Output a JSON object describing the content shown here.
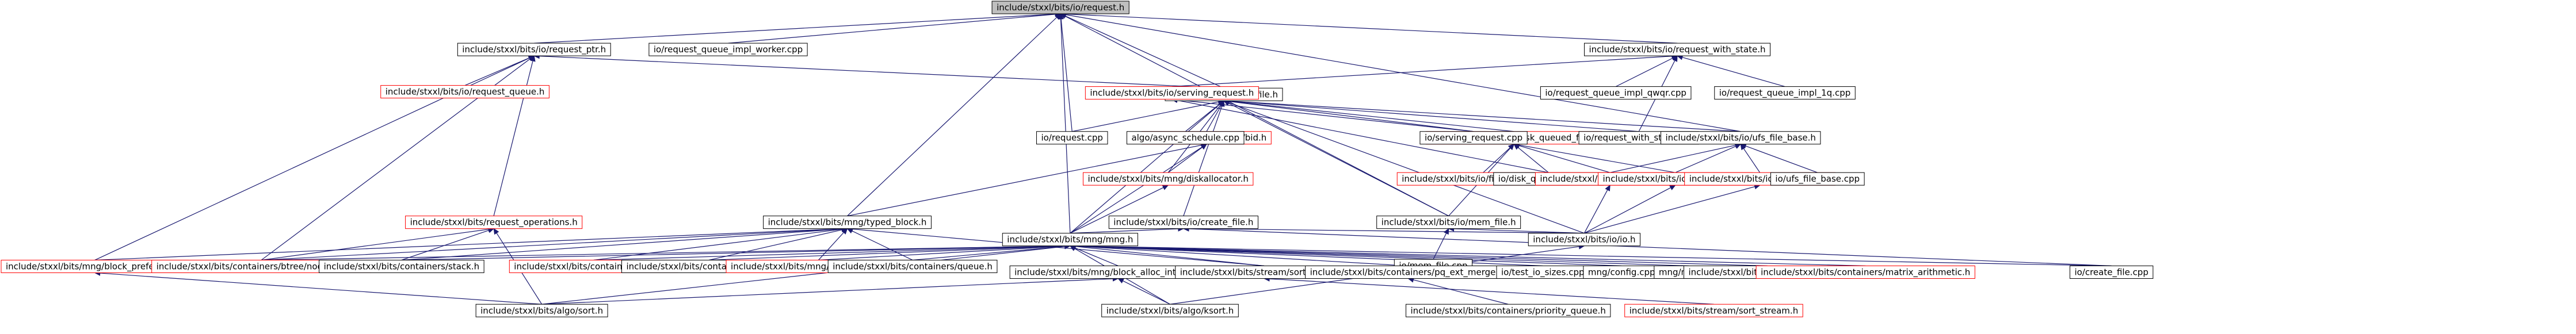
{
  "nodes": [
    {
      "id": "n0",
      "label": "include/stxxl/bits/io/request.h",
      "root": true
    },
    {
      "id": "n1",
      "label": "include/stxxl/bits/io/request_ptr.h"
    },
    {
      "id": "n2",
      "label": "io/request_queue_impl_worker.cpp"
    },
    {
      "id": "n3",
      "label": "include/stxxl/bits/io/request_with_state.h"
    },
    {
      "id": "n4",
      "label": "include/stxxl/bits/io/request_queue.h",
      "red": true
    },
    {
      "id": "n5",
      "label": "include/stxxl/bits/io/file.h"
    },
    {
      "id": "n6",
      "label": "include/stxxl/bits/io/serving_request.h",
      "red": true
    },
    {
      "id": "n7",
      "label": "io/request_queue_impl_qwqr.cpp"
    },
    {
      "id": "n8",
      "label": "io/request_queue_impl_1q.cpp"
    },
    {
      "id": "n9",
      "label": "include/stxxl/bits/mng/bid.h",
      "red": true
    },
    {
      "id": "n10",
      "label": "algo/async_schedule.cpp"
    },
    {
      "id": "n11",
      "label": "include/stxxl/bits/io/disk_queued_file.h",
      "red": true
    },
    {
      "id": "n12",
      "label": "io/serving_request.cpp"
    },
    {
      "id": "n13",
      "label": "io/request_with_state.cpp"
    },
    {
      "id": "n14",
      "label": "include/stxxl/bits/io/ufs_file_base.h"
    },
    {
      "id": "n15",
      "label": "io/request.cpp"
    },
    {
      "id": "n16",
      "label": "include/stxxl/bits/mng/diskallocator.h",
      "red": true
    },
    {
      "id": "n17",
      "label": "include/stxxl/bits/io/create_file.h"
    },
    {
      "id": "n18",
      "label": "include/stxxl/bits/io/mem_file.h"
    },
    {
      "id": "n19",
      "label": "include/stxxl/bits/io/fileperblock_file.h",
      "red": true
    },
    {
      "id": "n20",
      "label": "io/disk_queued_file.cpp"
    },
    {
      "id": "n21",
      "label": "include/stxxl/bits/io/mmap_file.h",
      "red": true
    },
    {
      "id": "n22",
      "label": "include/stxxl/bits/io/simdisk_file.h",
      "red": true
    },
    {
      "id": "n23",
      "label": "include/stxxl/bits/io/syscall_file.h",
      "red": true
    },
    {
      "id": "n24",
      "label": "io/ufs_file_base.cpp"
    },
    {
      "id": "n25",
      "label": "include/stxxl/bits/request_operations.h",
      "red": true
    },
    {
      "id": "n26",
      "label": "include/stxxl/bits/mng/typed_block.h"
    },
    {
      "id": "n27",
      "label": "include/stxxl/bits/mng/mng.h"
    },
    {
      "id": "n28",
      "label": "io/mem_file.cpp"
    },
    {
      "id": "n29",
      "label": "include/stxxl/bits/io/io.h"
    },
    {
      "id": "n30",
      "label": "include/stxxl/bits/mng/block_prefetcher.h",
      "red": true
    },
    {
      "id": "n31",
      "label": "include/stxxl/bits/containers/btree/node_cache.h",
      "red": true
    },
    {
      "id": "n32",
      "label": "include/stxxl/bits/containers/stack.h"
    },
    {
      "id": "n33",
      "label": "include/stxxl/bits/containers/vector.h",
      "red": true
    },
    {
      "id": "n34",
      "label": "include/stxxl/bits/containers/deque2.h"
    },
    {
      "id": "n35",
      "label": "include/stxxl/bits/mng/block_scheduler.h",
      "red": true
    },
    {
      "id": "n36",
      "label": "include/stxxl/bits/containers/queue.h"
    },
    {
      "id": "n37",
      "label": "include/stxxl/bits/mng/block_alloc_interleaved.h"
    },
    {
      "id": "n38",
      "label": "include/stxxl/bits/stream/sorted_runs.h"
    },
    {
      "id": "n39",
      "label": "include/stxxl/bits/containers/pq_ext_merger.h"
    },
    {
      "id": "n40",
      "label": "io/test_io_sizes.cpp"
    },
    {
      "id": "n41",
      "label": "mng/config.cpp"
    },
    {
      "id": "n42",
      "label": "mng/mng.cpp"
    },
    {
      "id": "n43",
      "label": "include/stxxl/bits/algo/stable_ksort.h"
    },
    {
      "id": "n44",
      "label": "include/stxxl/bits/containers/matrix_arithmetic.h",
      "red": true
    },
    {
      "id": "n45",
      "label": "io/create_file.cpp"
    },
    {
      "id": "n46",
      "label": "include/stxxl/bits/algo/sort.h"
    },
    {
      "id": "n47",
      "label": "include/stxxl/bits/algo/ksort.h"
    },
    {
      "id": "n48",
      "label": "include/stxxl/bits/containers/priority_queue.h"
    },
    {
      "id": "n49",
      "label": "include/stxxl/bits/stream/sort_stream.h",
      "red": true
    }
  ],
  "edges": [
    [
      "n1",
      "n0"
    ],
    [
      "n2",
      "n0"
    ],
    [
      "n3",
      "n0"
    ],
    [
      "n5",
      "n0"
    ],
    [
      "n15",
      "n0"
    ],
    [
      "n18",
      "n0"
    ],
    [
      "n26",
      "n0"
    ],
    [
      "n27",
      "n0"
    ],
    [
      "n14",
      "n0"
    ],
    [
      "n4",
      "n1"
    ],
    [
      "n5",
      "n1"
    ],
    [
      "n25",
      "n1"
    ],
    [
      "n30",
      "n1"
    ],
    [
      "n31",
      "n1"
    ],
    [
      "n6",
      "n3"
    ],
    [
      "n7",
      "n3"
    ],
    [
      "n8",
      "n3"
    ],
    [
      "n13",
      "n3"
    ],
    [
      "n9",
      "n5"
    ],
    [
      "n10",
      "n5"
    ],
    [
      "n11",
      "n5"
    ],
    [
      "n12",
      "n5"
    ],
    [
      "n13",
      "n5"
    ],
    [
      "n14",
      "n5"
    ],
    [
      "n15",
      "n5"
    ],
    [
      "n16",
      "n5"
    ],
    [
      "n17",
      "n5"
    ],
    [
      "n18",
      "n5"
    ],
    [
      "n27",
      "n5"
    ],
    [
      "n29",
      "n5"
    ],
    [
      "n12",
      "n6"
    ],
    [
      "n20",
      "n6"
    ],
    [
      "n16",
      "n9"
    ],
    [
      "n26",
      "n9"
    ],
    [
      "n27",
      "n9"
    ],
    [
      "n18",
      "n11"
    ],
    [
      "n19",
      "n11"
    ],
    [
      "n20",
      "n11"
    ],
    [
      "n21",
      "n11"
    ],
    [
      "n22",
      "n11"
    ],
    [
      "n21",
      "n14"
    ],
    [
      "n22",
      "n14"
    ],
    [
      "n23",
      "n14"
    ],
    [
      "n24",
      "n14"
    ],
    [
      "n27",
      "n16"
    ],
    [
      "n27",
      "n17"
    ],
    [
      "n45",
      "n17"
    ],
    [
      "n29",
      "n17"
    ],
    [
      "n28",
      "n18"
    ],
    [
      "n29",
      "n18"
    ],
    [
      "n29",
      "n21"
    ],
    [
      "n29",
      "n22"
    ],
    [
      "n29",
      "n23"
    ],
    [
      "n31",
      "n25"
    ],
    [
      "n32",
      "n25"
    ],
    [
      "n46",
      "n25"
    ],
    [
      "n30",
      "n26"
    ],
    [
      "n31",
      "n26"
    ],
    [
      "n32",
      "n26"
    ],
    [
      "n33",
      "n26"
    ],
    [
      "n34",
      "n26"
    ],
    [
      "n35",
      "n26"
    ],
    [
      "n36",
      "n26"
    ],
    [
      "n38",
      "n26"
    ],
    [
      "n31",
      "n27"
    ],
    [
      "n32",
      "n27"
    ],
    [
      "n33",
      "n27"
    ],
    [
      "n34",
      "n27"
    ],
    [
      "n35",
      "n27"
    ],
    [
      "n36",
      "n27"
    ],
    [
      "n37",
      "n27"
    ],
    [
      "n38",
      "n27"
    ],
    [
      "n39",
      "n27"
    ],
    [
      "n40",
      "n27"
    ],
    [
      "n41",
      "n27"
    ],
    [
      "n42",
      "n27"
    ],
    [
      "n43",
      "n27"
    ],
    [
      "n44",
      "n27"
    ],
    [
      "n45",
      "n27"
    ],
    [
      "n46",
      "n27"
    ],
    [
      "n47",
      "n27"
    ],
    [
      "n46",
      "n30"
    ],
    [
      "n46",
      "n37"
    ],
    [
      "n47",
      "n37"
    ],
    [
      "n48",
      "n39"
    ],
    [
      "n49",
      "n38"
    ],
    [
      "n47",
      "n29"
    ]
  ]
}
